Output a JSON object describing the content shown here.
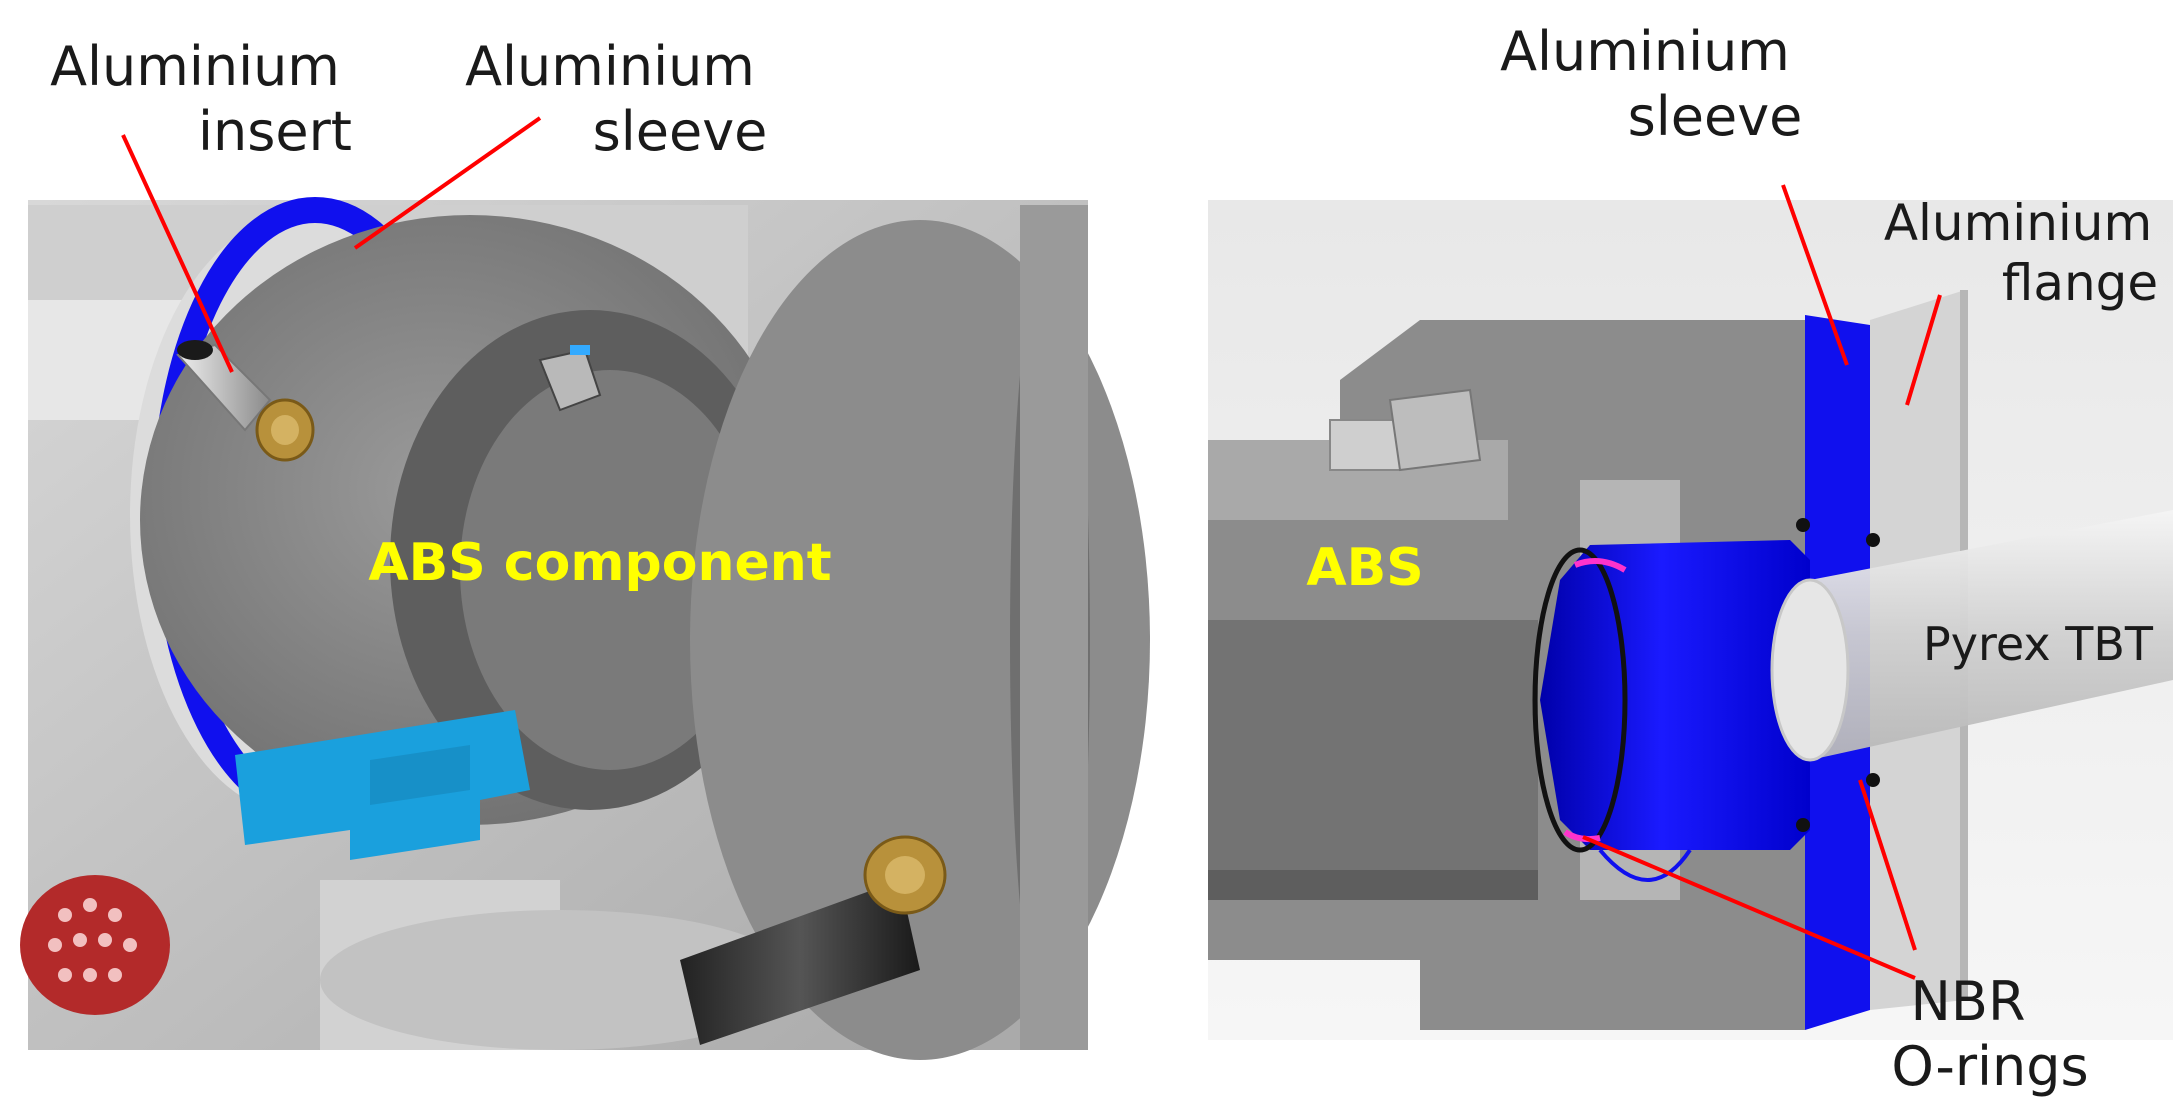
{
  "left_panel": {
    "labels": {
      "insert_line1": "Aluminium",
      "insert_line2": "insert",
      "sleeve_line1": "Aluminium",
      "sleeve_line2": "sleeve",
      "abs_component": "ABS component"
    }
  },
  "right_panel": {
    "labels": {
      "sleeve_line1": "Aluminium",
      "sleeve_line2": "sleeve",
      "flange_line1": "Aluminium",
      "flange_line2": "flange",
      "abs": "ABS",
      "pyrex": "Pyrex TBT",
      "nbr_line1": "NBR",
      "nbr_line2": "O-rings"
    }
  },
  "colors": {
    "aluminium": "#c8c8c8",
    "abs": "#8a8a8a",
    "sleeve_blue": "#1010ee",
    "callout_line": "#ff0000",
    "highlight_text": "#ffff00",
    "clamp_blue": "#1aa0dd",
    "oring_magenta": "#ff33cc"
  }
}
